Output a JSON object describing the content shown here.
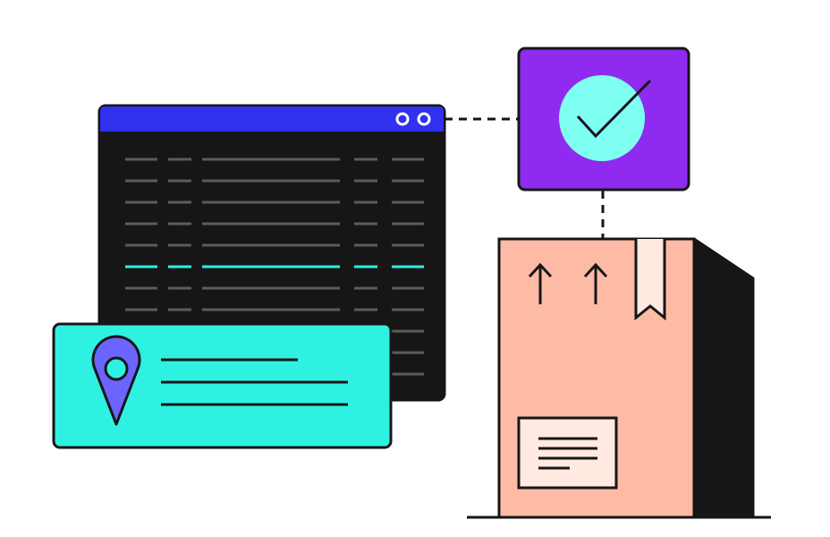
{
  "illustration": {
    "window": {
      "title_color": "#3131F0",
      "body_color": "#161616",
      "rows": 11,
      "highlighted_row": 6,
      "row_color": "#5C5C5C",
      "highlight_color": "#2FF1E1",
      "controls": [
        "window-control-icon",
        "window-control-icon"
      ]
    },
    "location_card": {
      "color": "#2FF1E1",
      "pin_color": "#6B64FF",
      "icon": "location-pin-icon",
      "text_lines": 3
    },
    "check_card": {
      "color": "#8E2BEF",
      "circle_color": "#7EFFF2",
      "icon": "checkmark-icon"
    },
    "package_box": {
      "front_color": "#FDBBA5",
      "side_color": "#161616",
      "ribbon_color": "#FFE9E1",
      "label_color": "#FFE9E1",
      "icons": [
        "up-arrow-icon",
        "up-arrow-icon",
        "bookmark-ribbon-icon"
      ],
      "label_lines": 4
    },
    "stroke_color": "#161616"
  }
}
